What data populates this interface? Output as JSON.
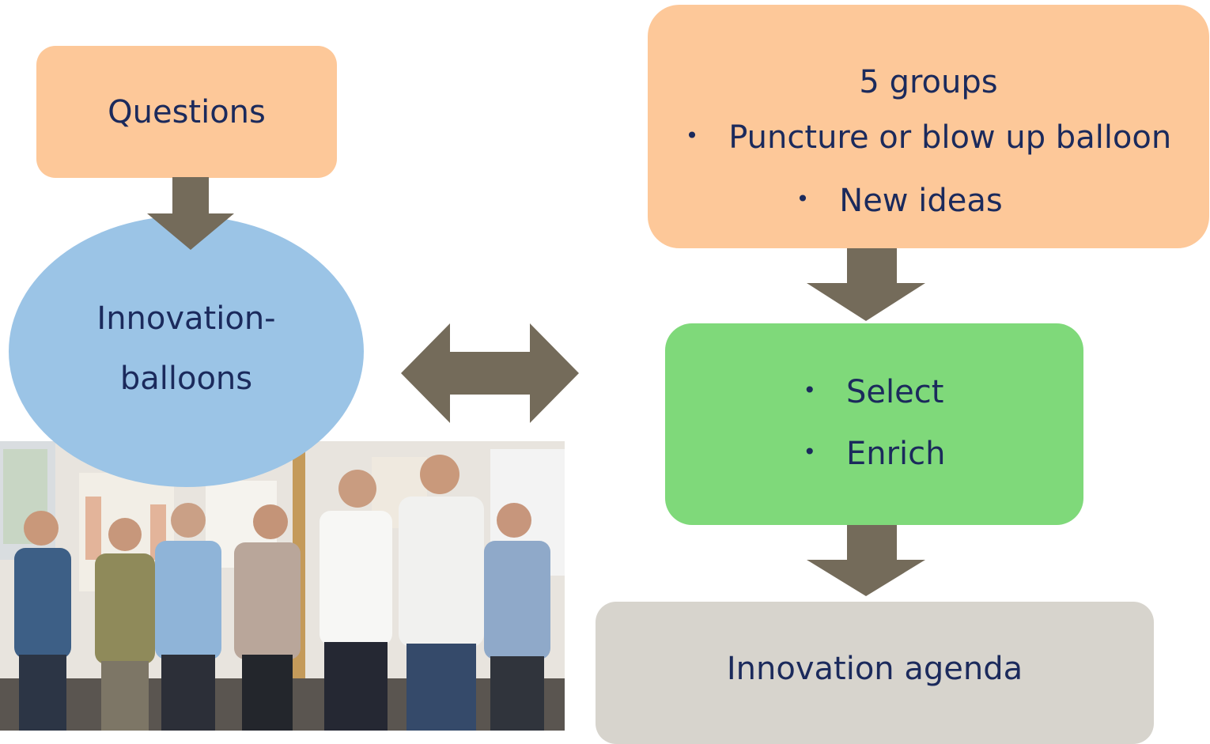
{
  "diagram": {
    "questions_box": {
      "label": "Questions"
    },
    "balloon": {
      "line1": "Innovation-",
      "line2": "balloons"
    },
    "groups_box": {
      "title": "5 groups",
      "items": [
        "Puncture or blow up balloon",
        "New ideas"
      ]
    },
    "select_box": {
      "items": [
        "Select",
        "Enrich"
      ]
    },
    "agenda_box": {
      "label": "Innovation agenda"
    },
    "colors": {
      "orange_box": "#fdc899",
      "balloon_blue": "#9bc4e6",
      "green_box": "#7fd97a",
      "grey_box": "#d7d4cd",
      "arrow": "#746b5a",
      "text": "#1b2a5c"
    },
    "bullet_glyph": "•"
  },
  "photo": {
    "description_icon": "group-photo-icon"
  }
}
